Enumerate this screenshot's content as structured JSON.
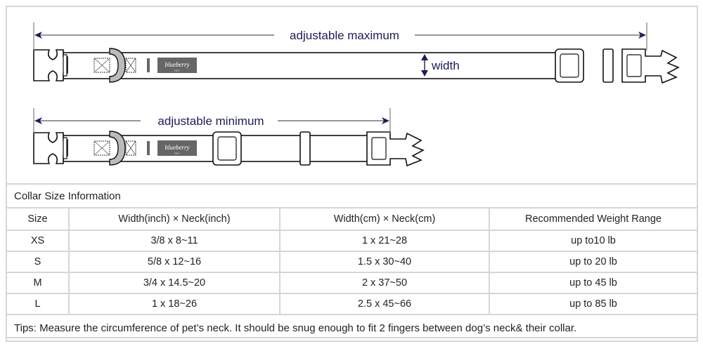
{
  "diagram": {
    "max_label": "adjustable maximum",
    "min_label": "adjustable minimum",
    "width_label": "width",
    "brand_logo": "blueberry PET",
    "arrow_color": "#1c1c5c"
  },
  "table": {
    "title": "Collar Size Information",
    "headers": [
      "Size",
      "Width(inch)  × Neck(inch)",
      "Width(cm)  × Neck(cm)",
      "Recommended Weight Range"
    ],
    "rows": [
      [
        "XS",
        "3/8 x 8~11",
        "1 x 21~28",
        "up to10 lb"
      ],
      [
        "S",
        "5/8 x 12~16",
        "1.5 x 30~40",
        "up to 20 lb"
      ],
      [
        "M",
        "3/4 x 14.5~20",
        "2 x 37~50",
        "up to 45 lb"
      ],
      [
        "L",
        "1 x 18~26",
        "2.5 x 45~66",
        "up to 85 lb"
      ]
    ],
    "tips": "Tips: Measure the circumference of pet’s neck. It should be snug enough to fit 2 fingers between dog’s neck& their collar."
  }
}
